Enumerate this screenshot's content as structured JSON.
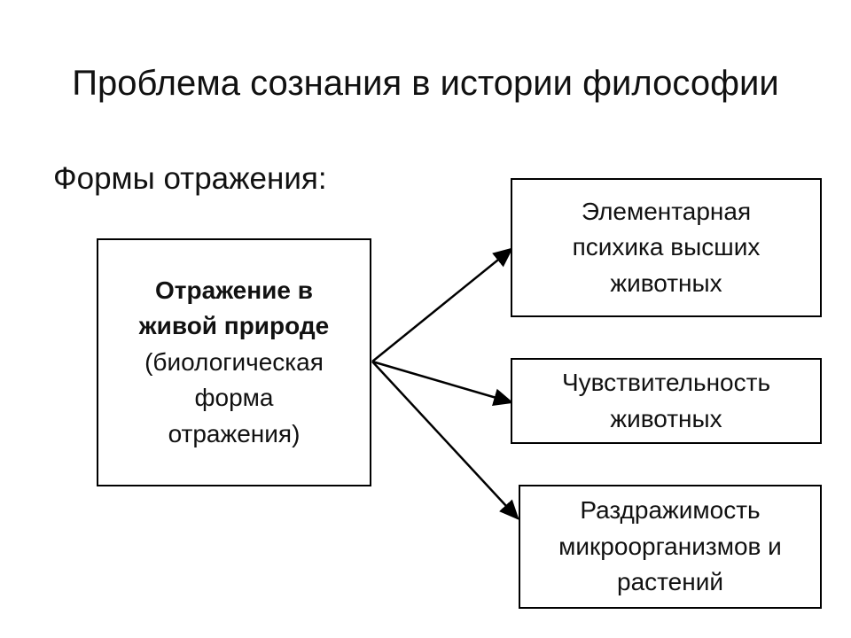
{
  "title": "Проблема сознания в истории философии",
  "subtitle": "Формы отражения:",
  "source_box": {
    "bold_lines": [
      "Отражение в",
      "живой природе"
    ],
    "lines": [
      "(биологическая",
      "форма",
      "отражения)"
    ]
  },
  "targets": [
    {
      "lines": [
        "Элементарная",
        "психика высших",
        "животных"
      ]
    },
    {
      "lines": [
        "Чувствительность",
        "животных"
      ]
    },
    {
      "lines": [
        "Раздражимость",
        "микроорганизмов и",
        "растений"
      ]
    }
  ]
}
